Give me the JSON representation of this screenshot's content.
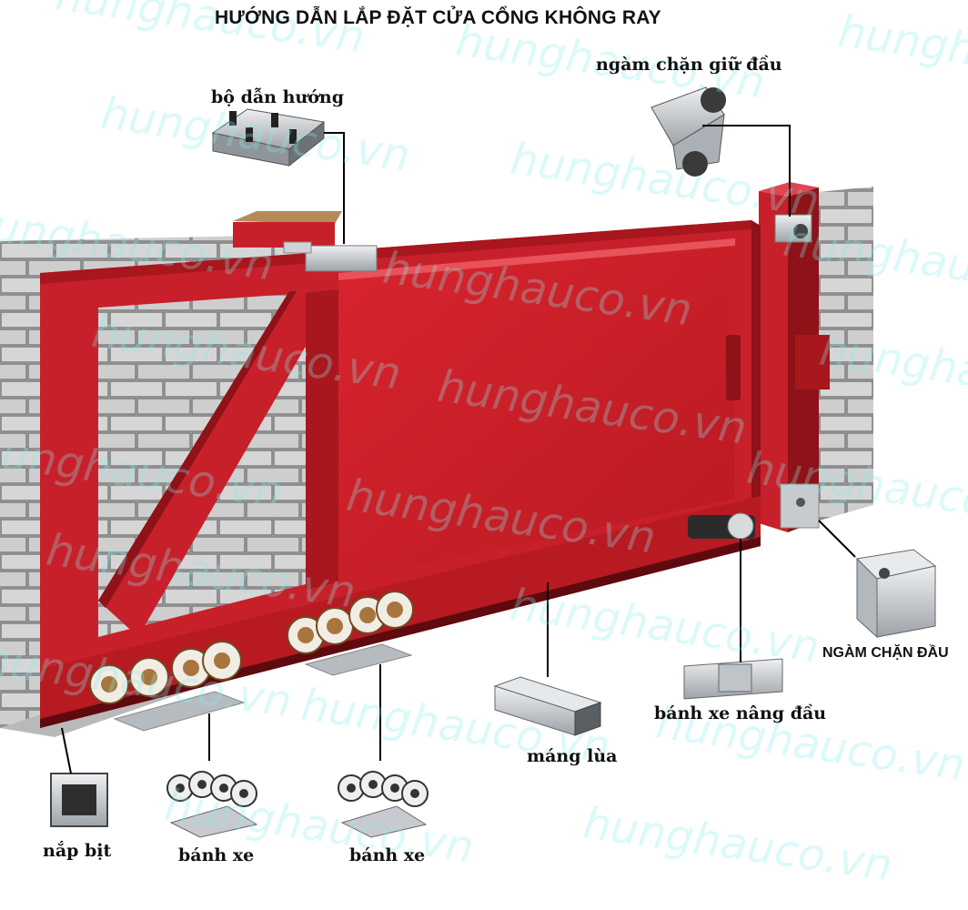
{
  "title": "HƯỚNG DẪN LẮP ĐẶT CỬA CỔNG KHÔNG RAY",
  "labels": {
    "guide": "bộ dẫn hướng",
    "top_holder": "ngàm chặn giữ đầu",
    "end_stop": "NGÀM CHẶN ĐẦU",
    "lift_wheel": "bánh xe nâng đầu",
    "track": "máng lùa",
    "end_cap": "nắp bịt",
    "wheel_1": "bánh xe",
    "wheel_2": "bánh xe"
  },
  "watermark": "hunghauco.vn",
  "colors": {
    "gate_red": "#c8202a",
    "gate_dark": "#8e1218",
    "brick": "#c9c9c9",
    "mortar": "#8a8a8a",
    "steel": "#c7cbcf",
    "wheel_bronze": "#a8763d"
  }
}
